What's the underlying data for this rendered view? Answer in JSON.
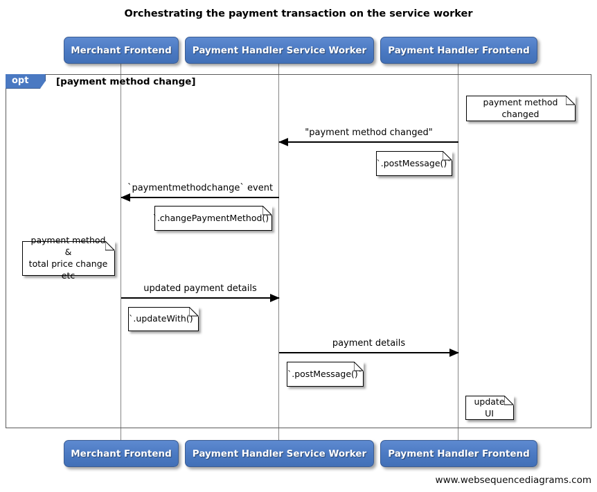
{
  "title": "Orchestrating the payment transaction on the service worker",
  "watermark": "www.websequencediagrams.com",
  "participants": [
    {
      "label": "Merchant Frontend"
    },
    {
      "label": "Payment Handler Service Worker"
    },
    {
      "label": "Payment Handler Frontend"
    }
  ],
  "fragment": {
    "operator": "opt",
    "condition": "[payment method change]"
  },
  "messages": [
    {
      "label": "\"payment method changed\"",
      "from": "Payment Handler Frontend",
      "to": "Payment Handler Service Worker",
      "direction": "left"
    },
    {
      "label": "`paymentmethodchange` event",
      "from": "Payment Handler Service Worker",
      "to": "Merchant Frontend",
      "direction": "left"
    },
    {
      "label": "updated payment details",
      "from": "Merchant Frontend",
      "to": "Payment Handler Service Worker",
      "direction": "right"
    },
    {
      "label": "payment details",
      "from": "Payment Handler Service Worker",
      "to": "Payment Handler Frontend",
      "direction": "right"
    }
  ],
  "notes": [
    {
      "text": "payment method changed"
    },
    {
      "text": "`.postMessage()`"
    },
    {
      "text": "`.changePaymentMethod()`"
    },
    {
      "text": "payment method &\ntotal price change etc"
    },
    {
      "text": "`.updateWith()`"
    },
    {
      "text": "`.postMessage()`"
    },
    {
      "text": "update UI"
    }
  ],
  "colors": {
    "participant_fill": "#4a79c2",
    "participant_text": "#ffffff",
    "fragment_operator_fill": "#4a79c2",
    "fragment_border": "#5a5a5a",
    "lifeline": "#848484",
    "arrow": "#000000",
    "note_fill": "#ffffff"
  }
}
